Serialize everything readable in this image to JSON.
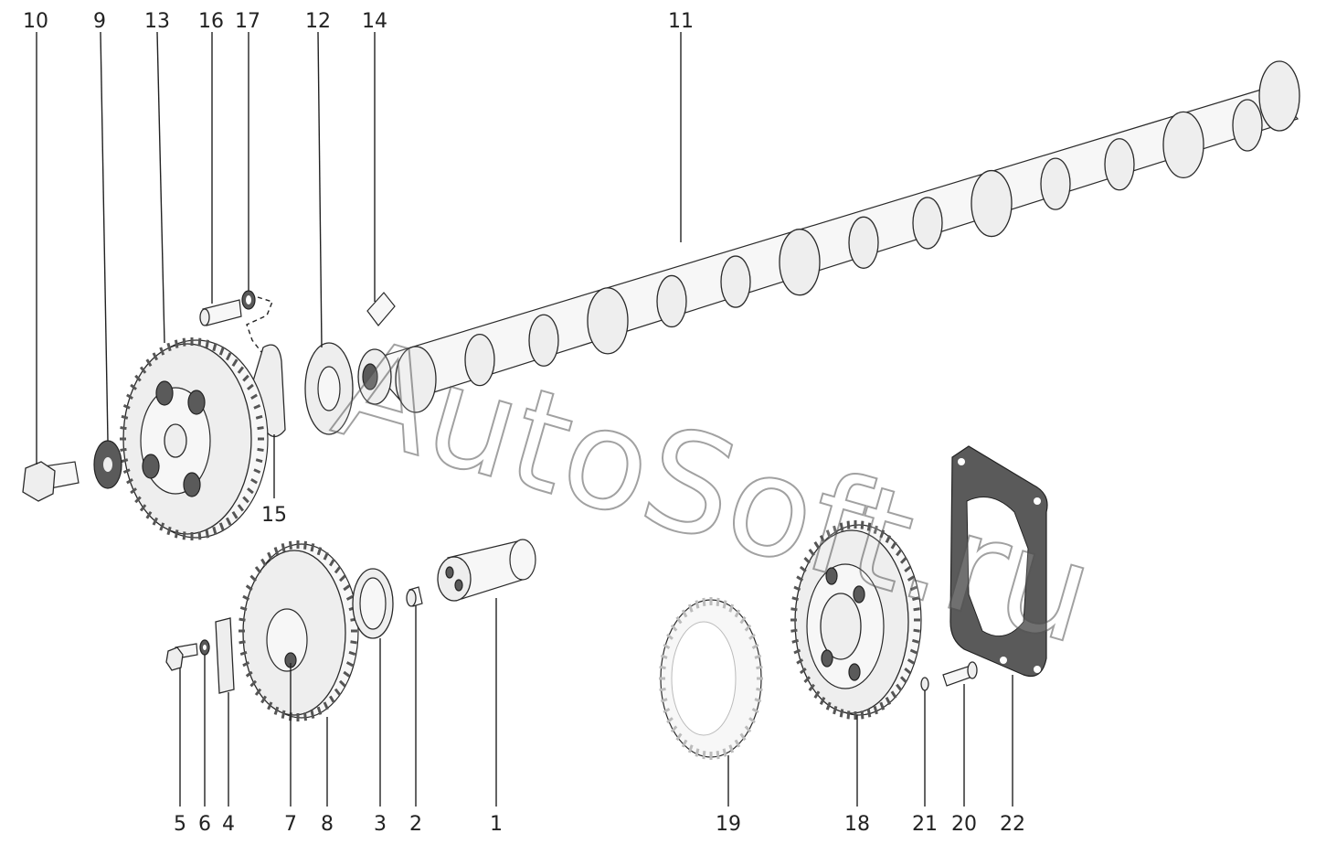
{
  "watermark": "AutoSoft.ru",
  "callouts": [
    {
      "id": "c10",
      "text": "10"
    },
    {
      "id": "c9",
      "text": "9"
    },
    {
      "id": "c13",
      "text": "13"
    },
    {
      "id": "c16",
      "text": "16"
    },
    {
      "id": "c17",
      "text": "17"
    },
    {
      "id": "c12",
      "text": "12"
    },
    {
      "id": "c14",
      "text": "14"
    },
    {
      "id": "c11",
      "text": "11"
    },
    {
      "id": "c15",
      "text": "15"
    },
    {
      "id": "c5",
      "text": "5"
    },
    {
      "id": "c6",
      "text": "6"
    },
    {
      "id": "c4",
      "text": "4"
    },
    {
      "id": "c7",
      "text": "7"
    },
    {
      "id": "c8",
      "text": "8"
    },
    {
      "id": "c3",
      "text": "3"
    },
    {
      "id": "c2",
      "text": "2"
    },
    {
      "id": "c1",
      "text": "1"
    },
    {
      "id": "c19",
      "text": "19"
    },
    {
      "id": "c18",
      "text": "18"
    },
    {
      "id": "c21",
      "text": "21"
    },
    {
      "id": "c20",
      "text": "20"
    },
    {
      "id": "c22",
      "text": "22"
    }
  ]
}
